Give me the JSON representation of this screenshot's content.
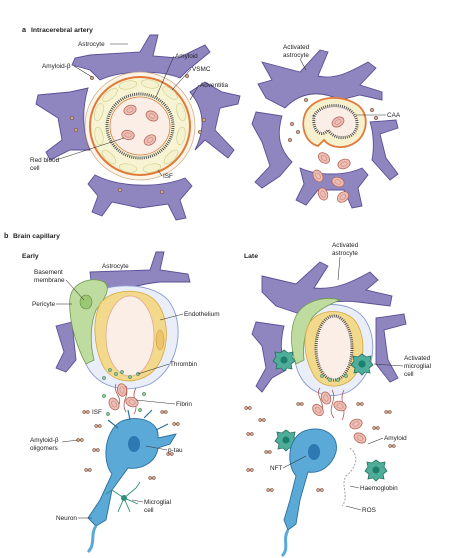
{
  "panel_a": {
    "letter": "a",
    "title": "Intracerebral artery",
    "labels": {
      "astrocyte": "Astrocyte",
      "amyloid_beta": "Amyloid-β",
      "amyloid": "Amyloid",
      "vsmc": "VSMC",
      "adventitia": "Adventitia",
      "red_blood_cell_1": "Red blood",
      "red_blood_cell_2": "cell",
      "isf": "ISF",
      "activated_astrocyte_1": "Activated",
      "activated_astrocyte_2": "astrocyte",
      "caa": "CAA"
    }
  },
  "panel_b": {
    "letter": "b",
    "title": "Brain capillary",
    "early": {
      "title": "Early",
      "labels": {
        "basement_membrane_1": "Basement",
        "basement_membrane_2": "membrane",
        "astrocyte": "Astrocyte",
        "pericyte": "Pericyte",
        "endothelium": "Endothelium",
        "thrombin": "Thrombin",
        "isf": "ISF",
        "fibrin": "Fibrin",
        "amyloid_oligomers_1": "Amyloid-β",
        "amyloid_oligomers_2": "oligomers",
        "p_tau": "p-tau",
        "neuron": "Neuron",
        "microglial_cell_1": "Microglial",
        "microglial_cell_2": "cell"
      }
    },
    "late": {
      "title": "Late",
      "labels": {
        "activated_astrocyte_1": "Activated",
        "activated_astrocyte_2": "astrocyte",
        "activated_microglial_1": "Activated",
        "activated_microglial_2": "microglial",
        "activated_microglial_3": "cell",
        "amyloid": "Amyloid",
        "nft": "NFT",
        "haemoglobin": "Haemoglobin",
        "ros": "ROS"
      }
    }
  },
  "colors": {
    "astrocyte": "#8f86bf",
    "red_blood_cell": "#eebdb3",
    "vsmc_layer": "#f4f2cf",
    "vessel_wall": "#e07a3a",
    "amyloid": "#555555",
    "pericyte": "#bfdca0",
    "endothelium": "#f3d98c",
    "neuron": "#5aa9d6",
    "activated_microglia": "#3aa08d",
    "thrombin": "#8bc59a"
  }
}
